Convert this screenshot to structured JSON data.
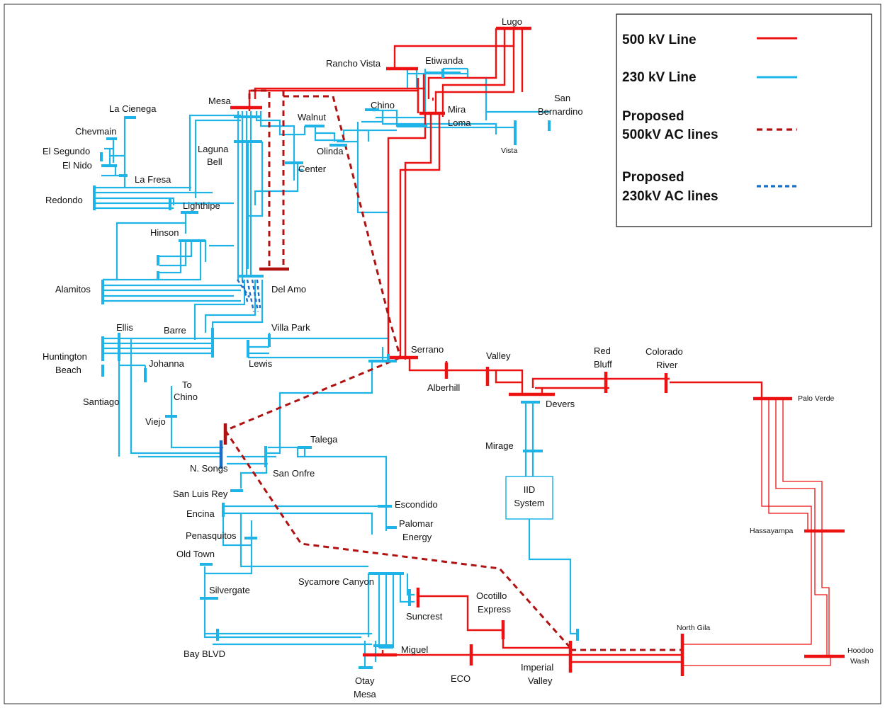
{
  "colors": {
    "line_500kv": "#ee1111",
    "line_230kv": "#1fb4e8",
    "proposed_500kv": "#b01212",
    "proposed_230kv": "#1a6fc4"
  },
  "legend": {
    "line_500": "500 kV Line",
    "line_230": "230 kV Line",
    "proposed_500_l1": "Proposed",
    "proposed_500_l2": "500kV AC lines",
    "proposed_230_l1": "Proposed",
    "proposed_230_l2": "230kV AC lines"
  },
  "iid_box": {
    "line1": "IID",
    "line2": "System"
  },
  "substations": {
    "lugo": "Lugo",
    "rancho_vista": "Rancho Vista",
    "etiwanda": "Etiwanda",
    "mesa": "Mesa",
    "la_cienega": "La Cienega",
    "chevmain": "Chevmain",
    "el_segundo": "El Segundo",
    "el_nido": "El Nido",
    "la_fresa": "La Fresa",
    "redondo": "Redondo",
    "lighthipe": "Lighthipe",
    "hinson": "Hinson",
    "alamitos": "Alamitos",
    "del_amo": "Del Amo",
    "laguna_bell_1": "Laguna",
    "laguna_bell_2": "Bell",
    "center": "Center",
    "walnut": "Walnut",
    "olinda": "Olinda",
    "chino": "Chino",
    "mira_loma_1": "Mira",
    "mira_loma_2": "Loma",
    "san_bern_1": "San",
    "san_bern_2": "Bernardino",
    "vista": "Vista",
    "ellis": "Ellis",
    "barre": "Barre",
    "villa_park": "Villa Park",
    "lewis": "Lewis",
    "huntington_1": "Huntington",
    "huntington_2": "Beach",
    "johanna": "Johanna",
    "santiago": "Santiago",
    "to_chino_1": "To",
    "to_chino_2": "Chino",
    "viejo": "Viejo",
    "serrano": "Serrano",
    "alberhill": "Alberhill",
    "valley": "Valley",
    "red_bluff_1": "Red",
    "red_bluff_2": "Bluff",
    "colorado_1": "Colorado",
    "colorado_2": "River",
    "palo_verde": "Palo Verde",
    "devers": "Devers",
    "mirage": "Mirage",
    "hassayampa": "Hassayampa",
    "n_songs": "N. Songs",
    "san_onfre": "San Onfre",
    "talega": "Talega",
    "san_luis_rey": "San Luis Rey",
    "encina": "Encina",
    "escondido": "Escondido",
    "palomar_1": "Palomar",
    "palomar_2": "Energy",
    "penasquitos": "Penasquitos",
    "old_town": "Old Town",
    "silvergate": "Silvergate",
    "sycamore": "Sycamore Canyon",
    "suncrest": "Suncrest",
    "ocotillo_1": "Ocotillo",
    "ocotillo_2": "Express",
    "north_gila": "North Gila",
    "hoodoo_1": "Hoodoo",
    "hoodoo_2": "Wash",
    "bay_blvd": "Bay BLVD",
    "miguel": "Miguel",
    "otay_1": "Otay",
    "otay_2": "Mesa",
    "eco": "ECO",
    "imperial_1": "Imperial",
    "imperial_2": "Valley"
  }
}
